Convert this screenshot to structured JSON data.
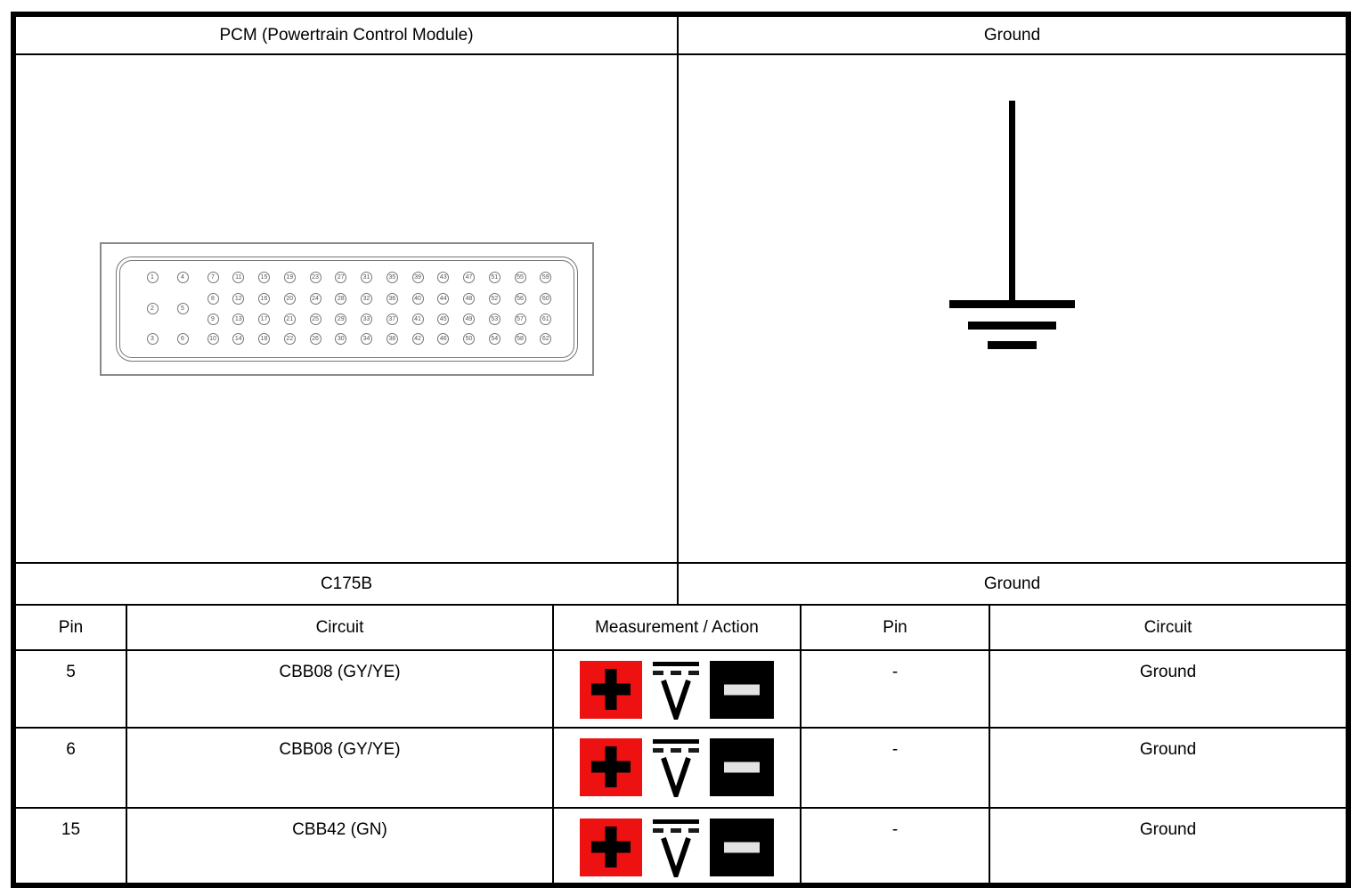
{
  "title_row": {
    "left": "PCM (Powertrain Control Module)",
    "right": "Ground"
  },
  "label_row": {
    "left": "C175B",
    "right": "Ground"
  },
  "connector": {
    "name": "pcm-62-pin-connector",
    "columns": [
      {
        "pins": [
          "1",
          "2",
          "3"
        ]
      },
      {
        "pins": [
          "4",
          "5",
          "6"
        ]
      },
      {
        "pins": [
          "7",
          "8",
          "9",
          "10"
        ]
      },
      {
        "pins": [
          "11",
          "12",
          "13",
          "14"
        ]
      },
      {
        "pins": [
          "15",
          "16",
          "17",
          "18"
        ]
      },
      {
        "pins": [
          "19",
          "20",
          "21",
          "22"
        ]
      },
      {
        "pins": [
          "23",
          "24",
          "25",
          "26"
        ]
      },
      {
        "pins": [
          "27",
          "28",
          "29",
          "30"
        ]
      },
      {
        "pins": [
          "31",
          "32",
          "33",
          "34"
        ]
      },
      {
        "pins": [
          "35",
          "36",
          "37",
          "38"
        ]
      },
      {
        "pins": [
          "39",
          "40",
          "41",
          "42"
        ]
      },
      {
        "pins": [
          "43",
          "44",
          "45",
          "46"
        ]
      },
      {
        "pins": [
          "47",
          "48",
          "49",
          "50"
        ]
      },
      {
        "pins": [
          "51",
          "52",
          "53",
          "54"
        ]
      },
      {
        "pins": [
          "55",
          "56",
          "57",
          "58"
        ]
      },
      {
        "pins": [
          "59",
          "60",
          "61",
          "62"
        ]
      }
    ]
  },
  "ground_symbol_icon": "chassis-ground-icon",
  "table": {
    "headers": [
      "Pin",
      "Circuit",
      "Measurement / Action",
      "Pin",
      "Circuit"
    ],
    "rows": [
      {
        "pin": "5",
        "circuit": "CBB08 (GY/YE)",
        "measurement_icons": [
          "positive-lead-icon",
          "dc-voltage-icon",
          "negative-lead-icon"
        ],
        "ground_pin": "-",
        "ground_circuit": "Ground"
      },
      {
        "pin": "6",
        "circuit": "CBB08 (GY/YE)",
        "measurement_icons": [
          "positive-lead-icon",
          "dc-voltage-icon",
          "negative-lead-icon"
        ],
        "ground_pin": "-",
        "ground_circuit": "Ground"
      },
      {
        "pin": "15",
        "circuit": "CBB42 (GN)",
        "measurement_icons": [
          "positive-lead-icon",
          "dc-voltage-icon",
          "negative-lead-icon"
        ],
        "ground_pin": "-",
        "ground_circuit": "Ground"
      }
    ]
  },
  "colors": {
    "positive_lead_red": "#ee1111",
    "negative_lead_black": "#000000",
    "negative_bar_gray": "#e2e2e2",
    "connector_outline_gray": "#8a8a8a",
    "connector_face_gray": "#777777"
  }
}
